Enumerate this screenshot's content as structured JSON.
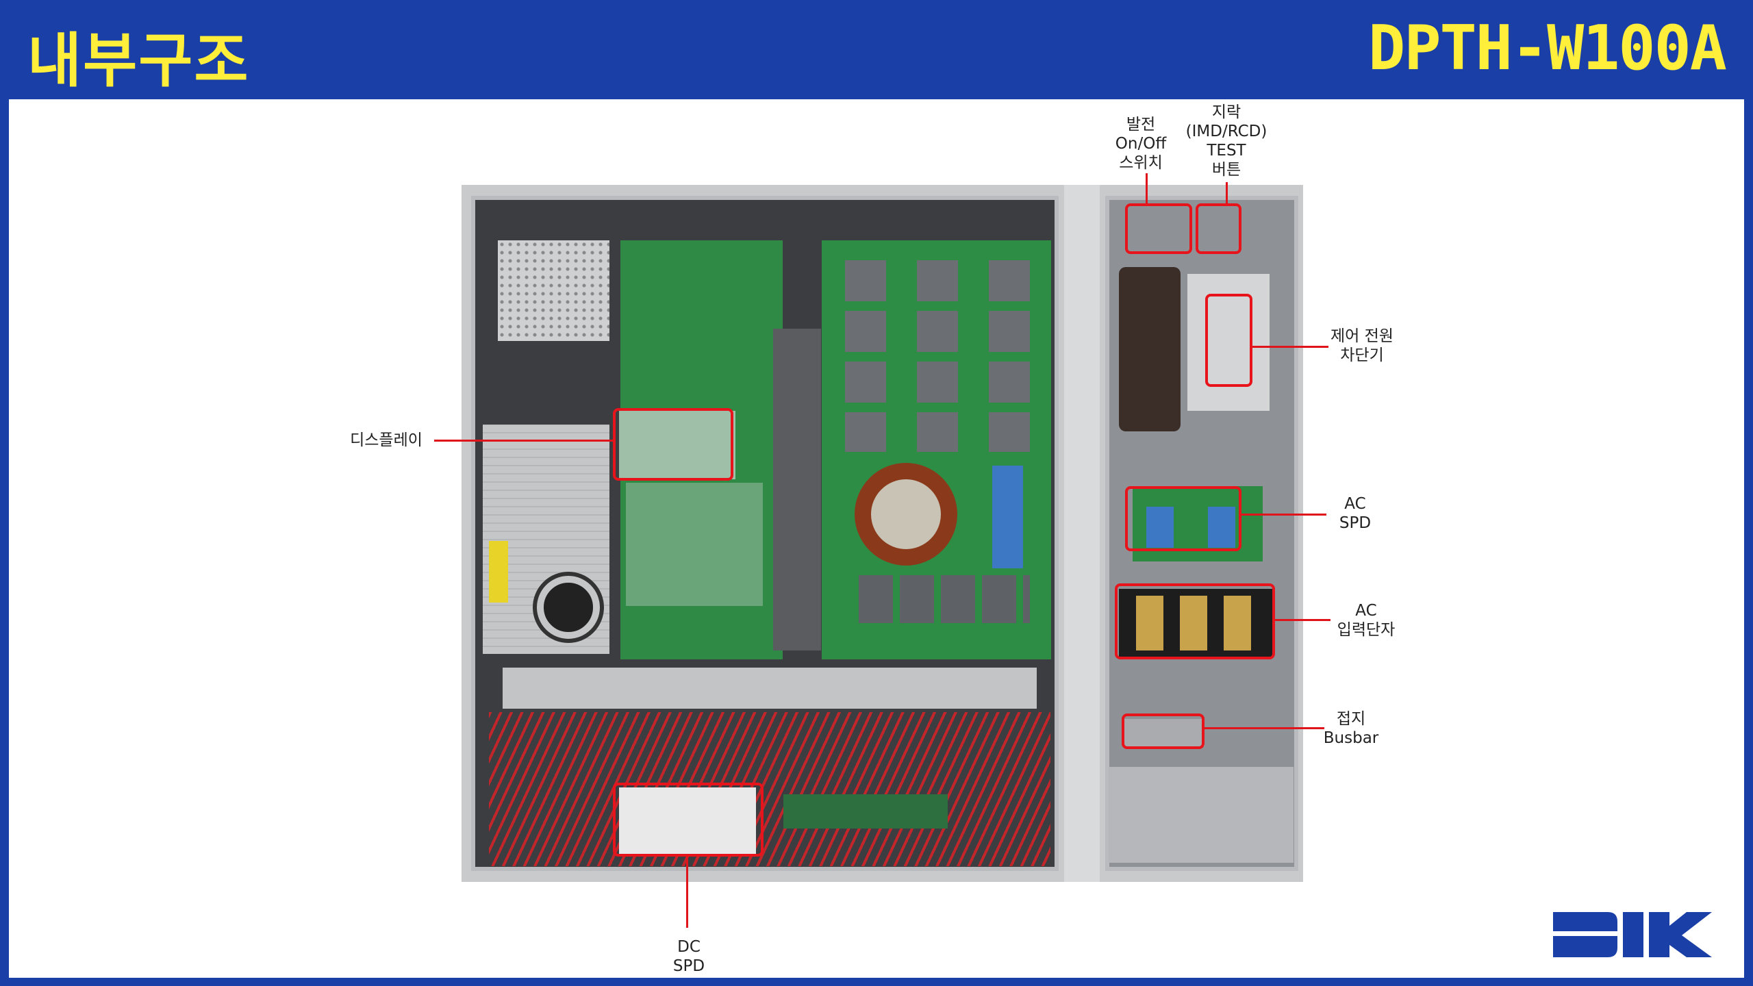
{
  "header": {
    "title": "내부구조",
    "model": "DPTH-W100A"
  },
  "labels": {
    "display": "디스플레이",
    "switch": [
      "발전",
      "On/Off",
      "스위치"
    ],
    "test_button": [
      "지락",
      "(IMD/RCD)",
      "TEST",
      "버튼"
    ],
    "breaker": [
      "제어 전원",
      "차단기"
    ],
    "ac_spd": [
      "AC",
      "SPD"
    ],
    "ac_input": [
      "AC",
      "입력단자"
    ],
    "busbar": [
      "접지",
      "Busbar"
    ],
    "dc_spd": [
      "DC",
      "SPD"
    ]
  },
  "logo": {
    "text": "DIK"
  },
  "colors": {
    "frame": "#1a3fa6",
    "title": "#ffee3a",
    "highlight": "#e8141b"
  }
}
